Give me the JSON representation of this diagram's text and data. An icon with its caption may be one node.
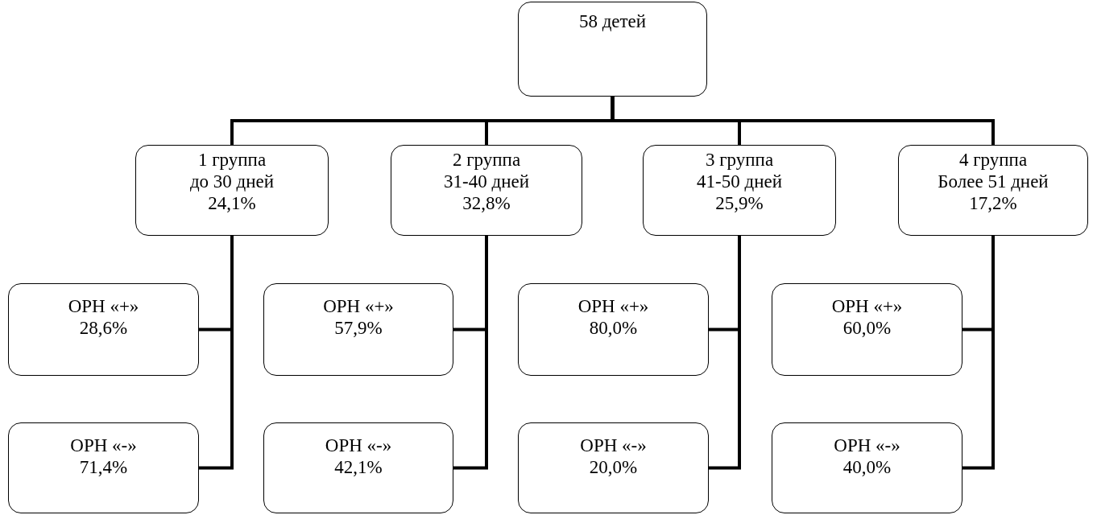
{
  "diagram": {
    "nodes": [
      {
        "text": [
          "58 детей"
        ]
      },
      {
        "text": [
          "1 группа",
          "до 30 дней",
          "24,1%"
        ]
      },
      {
        "text": [
          "2 группа",
          "31-40 дней",
          "32,8%"
        ]
      },
      {
        "text": [
          "3 группа",
          "41-50 дней",
          "25,9%"
        ]
      },
      {
        "text": [
          "4 группа",
          "Более 51 дней",
          "17,2%"
        ]
      },
      {
        "text": [
          "ОРН «+»",
          "28,6%"
        ]
      },
      {
        "text": [
          "ОРН «+»",
          "57,9%"
        ]
      },
      {
        "text": [
          "ОРН «+»",
          "80,0%"
        ]
      },
      {
        "text": [
          "ОРН «+»",
          "60,0%"
        ]
      },
      {
        "text": [
          "ОРН «-»",
          "71,4%"
        ]
      },
      {
        "text": [
          "ОРН «-»",
          "42,1%"
        ]
      },
      {
        "text": [
          "ОРН «-»",
          "20,0%"
        ]
      },
      {
        "text": [
          "ОРН «-»",
          "40,0%"
        ]
      }
    ],
    "edges": [
      {
        "from": 0,
        "to": 1,
        "arrow": "none"
      },
      {
        "from": 0,
        "to": 2,
        "arrow": "none"
      },
      {
        "from": 0,
        "to": 3,
        "arrow": "none"
      },
      {
        "from": 0,
        "to": 4,
        "arrow": "none"
      },
      {
        "from": 1,
        "to": 5,
        "arrow": "none"
      },
      {
        "from": 1,
        "to": 9,
        "arrow": "none"
      },
      {
        "from": 2,
        "to": 6,
        "arrow": "none"
      },
      {
        "from": 2,
        "to": 10,
        "arrow": "none"
      },
      {
        "from": 3,
        "to": 7,
        "arrow": "none"
      },
      {
        "from": 3,
        "to": 11,
        "arrow": "none"
      },
      {
        "from": 4,
        "to": 8,
        "arrow": "none"
      },
      {
        "from": 4,
        "to": 12,
        "arrow": "none"
      }
    ]
  }
}
